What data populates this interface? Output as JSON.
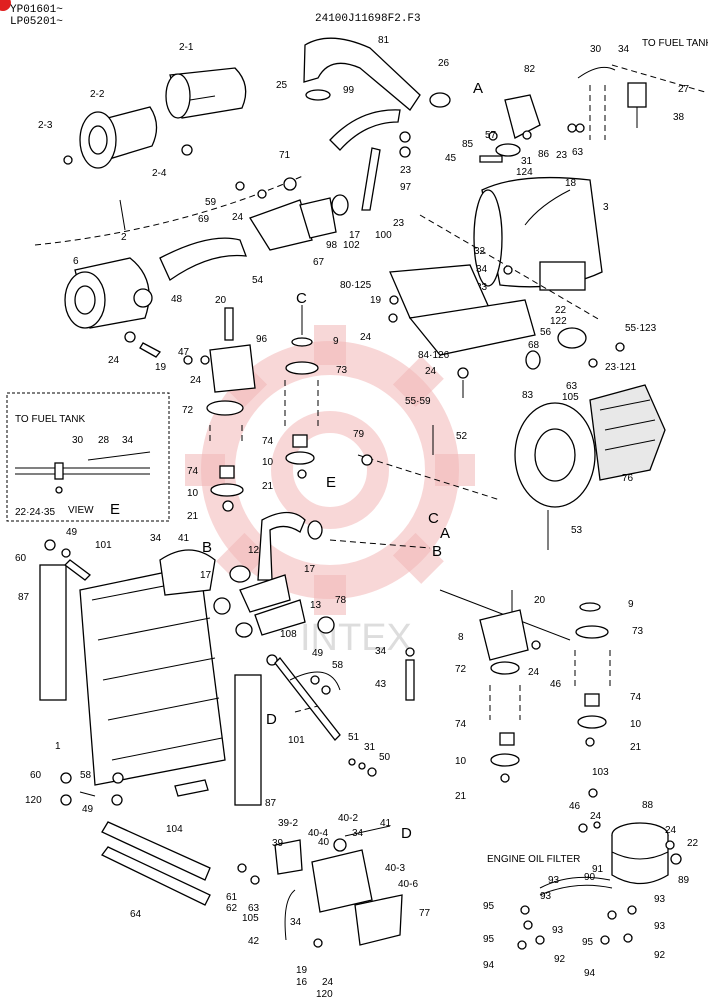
{
  "header": {
    "serial_1": "YP01601~",
    "serial_2": "LP05201~",
    "drawing_no": "24100J11698F2.F3"
  },
  "labels": {
    "to_fuel_tank_top": "TO FUEL TANK",
    "to_fuel_tank_inset": "TO FUEL TANK",
    "view": "VIEW",
    "view_letter": "E",
    "inset_callout": "22·24·35",
    "engine_oil_filter": "ENGINE OIL FILTER"
  },
  "watermark": {
    "text": "INTEX",
    "color": "#f2b7b7"
  },
  "refs": {
    "A1": "A",
    "A2": "A",
    "B1": "B",
    "B2": "B",
    "C1": "C",
    "C2": "C",
    "D1": "D",
    "D2": "D",
    "E1": "E"
  },
  "parts": {
    "p2_1": "2-1",
    "p2_2": "2-2",
    "p2_3": "2-3",
    "p2_4": "2-4",
    "p2": "2",
    "p6": "6",
    "p48": "48",
    "p69": "69",
    "p54": "54",
    "p24a": "24",
    "p19a": "19",
    "p47": "47",
    "p24b": "24",
    "p20a": "20",
    "p96": "96",
    "p72a": "72",
    "p74a": "74",
    "p10a": "10",
    "p21a": "21",
    "p74b": "74",
    "p10b": "10",
    "p21b": "21",
    "p59": "59",
    "p24c": "24",
    "p71": "71",
    "p67": "67",
    "p98": "98",
    "p102": "102",
    "p17a": "17",
    "p81": "81",
    "p25": "25",
    "p99": "99",
    "p26": "26",
    "p97": "97",
    "p23a": "23",
    "p100": "100",
    "p23b": "23",
    "p82": "82",
    "p57": "57",
    "p85": "85",
    "p45": "45",
    "p31": "31",
    "p124": "124",
    "p86": "86",
    "p23c": "23",
    "p63a": "63",
    "p30a": "30",
    "p34a": "34",
    "p27": "27",
    "p38": "38",
    "p18": "18",
    "p3": "3",
    "p32": "32",
    "p34b": "34",
    "p33": "33",
    "p80_125": "80·125",
    "p19b": "19",
    "p24d": "24",
    "p84_126": "84·126",
    "p22a": "22",
    "p122": "122",
    "p56": "56",
    "p68": "68",
    "p55_123": "55·123",
    "p23_121": "23·121",
    "p63b": "63",
    "p105a": "105",
    "p83": "83",
    "p24e": "24",
    "p55_59": "55·59",
    "p9a": "9",
    "p73a": "73",
    "p52": "52",
    "p79": "79",
    "p76": "76",
    "p53": "53",
    "p30b": "30",
    "p28": "28",
    "p34c": "34",
    "p60a": "60",
    "p49a": "49",
    "p101a": "101",
    "p34d": "34",
    "p41a": "41",
    "p12": "12",
    "p17b": "17",
    "p13": "13",
    "p17c": "17",
    "p78": "78",
    "p87a": "87",
    "p1": "1",
    "p108": "108",
    "p49b": "49",
    "p58a": "58",
    "p101b": "101",
    "p51": "51",
    "p31b": "31",
    "p50": "50",
    "p87b": "87",
    "p60b": "60",
    "p58b": "58",
    "p120": "120",
    "p49c": "49",
    "p34e": "34",
    "p43": "43",
    "p20b": "20",
    "p8": "8",
    "p24f": "24",
    "p72b": "72",
    "p46a": "46",
    "p9b": "9",
    "p73b": "73",
    "p74c": "74",
    "p10c": "10",
    "p21c": "21",
    "p74d": "74",
    "p10d": "10",
    "p21d": "21",
    "p104": "104",
    "p64": "64",
    "p39_2": "39-2",
    "p40_4": "40-4",
    "p40_2": "40-2",
    "p41b": "41",
    "p39": "39",
    "p40": "40",
    "p34f": "34",
    "p40_3": "40-3",
    "p40_6": "40-6",
    "p61": "61",
    "p62": "62",
    "p63c": "63",
    "p105b": "105",
    "p77": "77",
    "p42": "42",
    "p34g": "34",
    "p19c": "19",
    "p16": "16",
    "p24g": "24",
    "p120b": "120",
    "p103": "103",
    "p46b": "46",
    "p24h": "24",
    "p88": "88",
    "p24i": "24",
    "p22b": "22",
    "p91": "91",
    "p89": "89",
    "p93a": "93",
    "p90": "90",
    "p95a": "95",
    "p93b": "93",
    "p93c": "93",
    "p95b": "95",
    "p95c": "95",
    "p93d": "93",
    "p92a": "92",
    "p92b": "92",
    "p94a": "94",
    "p94b": "94"
  }
}
